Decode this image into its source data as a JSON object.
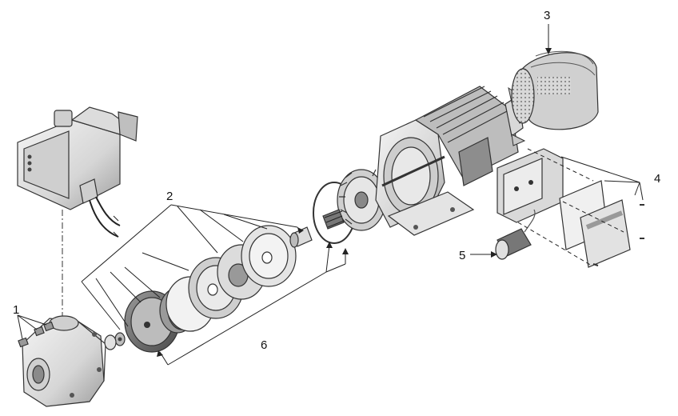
{
  "callouts": {
    "c1": "1",
    "c2": "2",
    "c3": "3",
    "c4": "4",
    "c5": "5",
    "c6": "6"
  },
  "colors": {
    "ink": "#222222",
    "part_fill": "#e9e9e9",
    "part_shade": "#bdbdbd",
    "dark": "#555555"
  },
  "parts": [
    "pressure-switch-controller",
    "pump-casing",
    "impeller-stack",
    "shaft-sleeve",
    "mechanical-seal",
    "seal-impeller-disc",
    "motor",
    "fan-cover",
    "terminal-box",
    "capacitor"
  ]
}
